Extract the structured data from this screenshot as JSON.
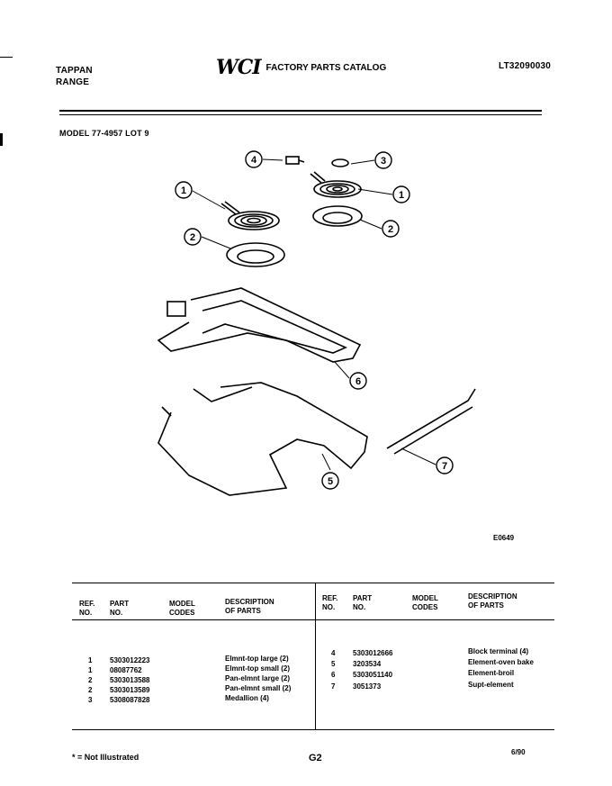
{
  "header": {
    "brand_line1": "TAPPAN",
    "brand_line2": "RANGE",
    "logo": "WCI",
    "catalog_title": "FACTORY PARTS CATALOG",
    "catalog_number": "LT32090030"
  },
  "model_line": "MODEL 77-4957  LOT 9",
  "figure_code": "E0649",
  "callouts": [
    "1",
    "2",
    "3",
    "4",
    "1",
    "2",
    "6",
    "7",
    "5"
  ],
  "columns": {
    "ref_no": "REF.\nNO.",
    "part_no": "PART\nNO.",
    "model_codes": "MODEL\nCODES",
    "description": "DESCRIPTION\nOF PARTS"
  },
  "parts_left": [
    {
      "ref": "1",
      "part": "5303012223",
      "desc": "Elmnt-top large (2)"
    },
    {
      "ref": "1",
      "part": "08087762",
      "desc": "Elmnt-top small (2)"
    },
    {
      "ref": "2",
      "part": "5303013588",
      "desc": "Pan-elmnt large (2)"
    },
    {
      "ref": "2",
      "part": "5303013589",
      "desc": "Pan-elmnt small (2)"
    },
    {
      "ref": "3",
      "part": "5308087828",
      "desc": "Medallion (4)"
    }
  ],
  "parts_right": [
    {
      "ref": "4",
      "part": "5303012666",
      "desc": "Block terminal (4)"
    },
    {
      "ref": "5",
      "part": "3203534",
      "desc": "Element-oven bake"
    },
    {
      "ref": "6",
      "part": "5303051140",
      "desc": "Element-broil"
    },
    {
      "ref": "7",
      "part": "3051373",
      "desc": "Supt-element"
    }
  ],
  "footer": {
    "legend": "* = Not Illustrated",
    "page": "G2",
    "date": "6/90"
  },
  "colors": {
    "ink": "#000000",
    "paper": "#ffffff"
  }
}
